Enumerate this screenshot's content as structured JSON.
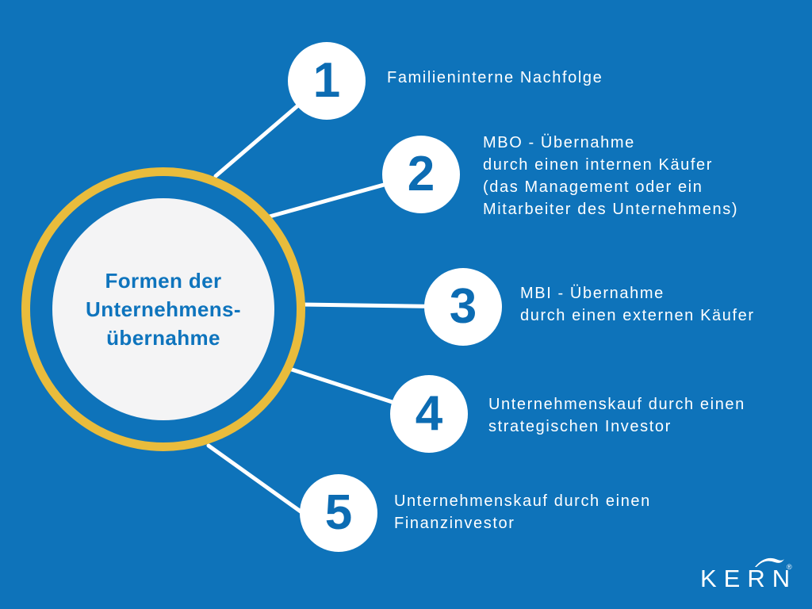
{
  "colors": {
    "background": "#0E73BA",
    "ring_yellow": "#E9BC3C",
    "number_blue": "#0C6CB3",
    "title_blue": "#0E74BD",
    "inner_circle_fill": "#F4F4F5",
    "connector_white": "#FFFFFF"
  },
  "center": {
    "title": "Formen der\nUnternehmens-\nübernahme"
  },
  "items": [
    {
      "number": "1",
      "label": "Familieninterne Nachfolge"
    },
    {
      "number": "2",
      "label": "MBO - Übernahme\ndurch einen internen Käufer\n(das Management oder ein\nMitarbeiter des Unternehmens)"
    },
    {
      "number": "3",
      "label": "MBI - Übernahme\ndurch einen externen Käufer"
    },
    {
      "number": "4",
      "label": "Unternehmenskauf durch einen\nstrategischen Investor"
    },
    {
      "number": "5",
      "label": "Unternehmenskauf durch einen\nFinanzinvestor"
    }
  ],
  "logo": {
    "text": "KERN",
    "registered": "®"
  }
}
